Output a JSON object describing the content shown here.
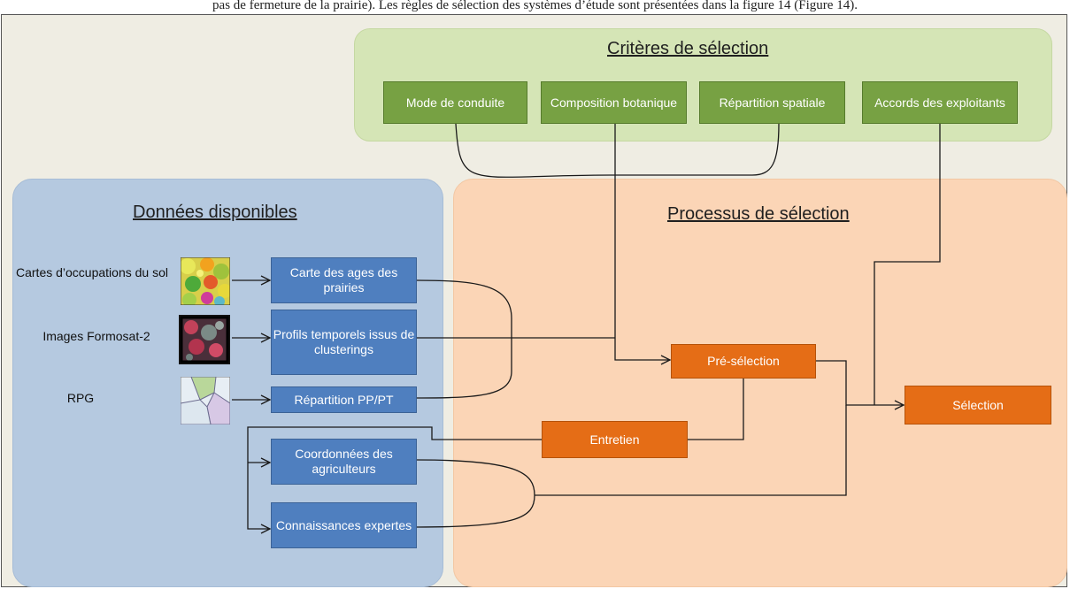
{
  "caption": "pas de fermeture de la prairie). Les règles de sélection des systèmes d’étude sont présentées dans la figure 14 (Figure 14).",
  "criteria": {
    "title": "Critères de sélection",
    "items": [
      "Mode de conduite",
      "Composition botanique",
      "Répartition spatiale",
      "Accords des exploitants"
    ]
  },
  "data_panel": {
    "title": "Données disponibles",
    "sources": [
      "Cartes d’occupations du sol",
      "Images Formosat-2",
      "RPG"
    ],
    "products": [
      "Carte des ages des prairies",
      "Profils temporels issus de clusterings",
      "Répartition PP/PT",
      "Coordonnées des agriculteurs",
      "Connaissances expertes"
    ]
  },
  "process_panel": {
    "title": "Processus de sélection",
    "steps": {
      "preselection": "Pré-sélection",
      "interview": "Entretien",
      "selection": "Sélection"
    }
  },
  "colors": {
    "criteria_panel": "#d5e5b6",
    "data_panel": "#b5c9e0",
    "process_panel": "#fbd5b6",
    "green_box": "#77a143",
    "blue_box": "#4f7fbf",
    "orange_box": "#e56d16"
  }
}
